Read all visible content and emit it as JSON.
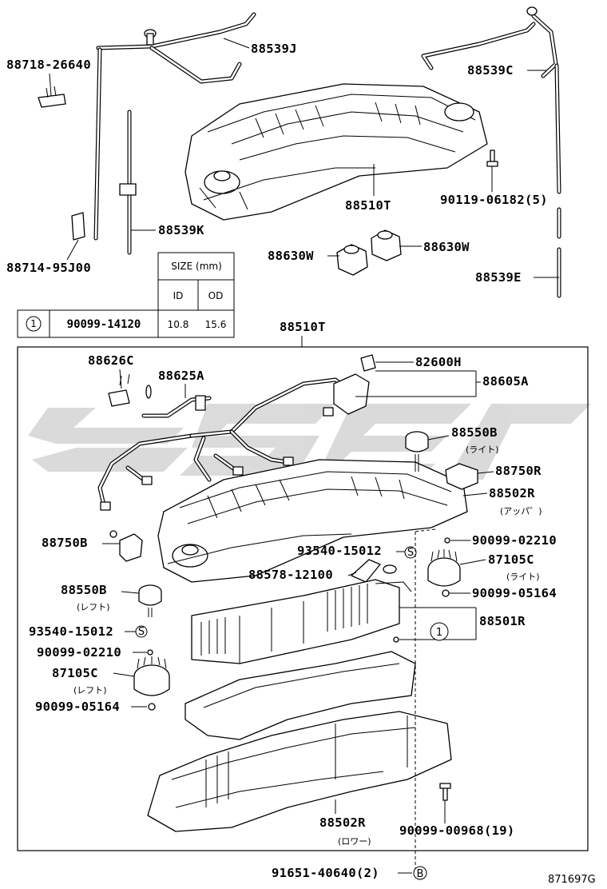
{
  "diagram": {
    "figure_code": "871697G",
    "labels": {
      "p88539J": "88539J",
      "p88718_26640": "88718-26640",
      "p88539C": "88539C",
      "p90119_06182": "90119-06182(5)",
      "p88510T_top": "88510T",
      "p88539K": "88539K",
      "p88714_95J00": "88714-95J00",
      "p88630W_left": "88630W",
      "p88630W_right": "88630W",
      "p88539E": "88539E",
      "p88510T_box": "88510T",
      "p88626C": "88626C",
      "p88625A": "88625A",
      "p82600H": "82600H",
      "p88605A": "88605A",
      "p88550B_right": "88550B",
      "p88550B_right_sub": "(ライト)",
      "p88750R": "88750R",
      "p88502R_upper": "88502R",
      "p88502R_upper_sub": "(アッパ゛)",
      "p90099_02210_right": "90099-02210",
      "p88750B": "88750B",
      "p93540_15012_center": "93540-15012",
      "p87105C_right": "87105C",
      "p87105C_right_sub": "(ライト)",
      "p88578_12100": "88578-12100",
      "p90099_05164_right": "90099-05164",
      "p88550B_left": "88550B",
      "p88550B_left_sub": "(レフト)",
      "p88501R": "88501R",
      "p93540_15012_left": "93540-15012",
      "p90099_02210_left": "90099-02210",
      "p87105C_left": "87105C",
      "p87105C_left_sub": "(レフト)",
      "p90099_05164_left": "90099-05164",
      "p88502R_lower": "88502R",
      "p88502R_lower_sub": "(ロワー)",
      "p90099_00968": "90099-00968(19)",
      "p91651_40640": "91651-40640(2)"
    },
    "markers": {
      "circle_1": "1",
      "circle_S": "S",
      "circle_B": "B"
    },
    "size_table": {
      "title": "SIZE (mm)",
      "col_id": "ID",
      "col_od": "OD",
      "row_ref": "1",
      "row_part": "90099-14120",
      "row_id": "10.8",
      "row_od": "15.6"
    }
  }
}
